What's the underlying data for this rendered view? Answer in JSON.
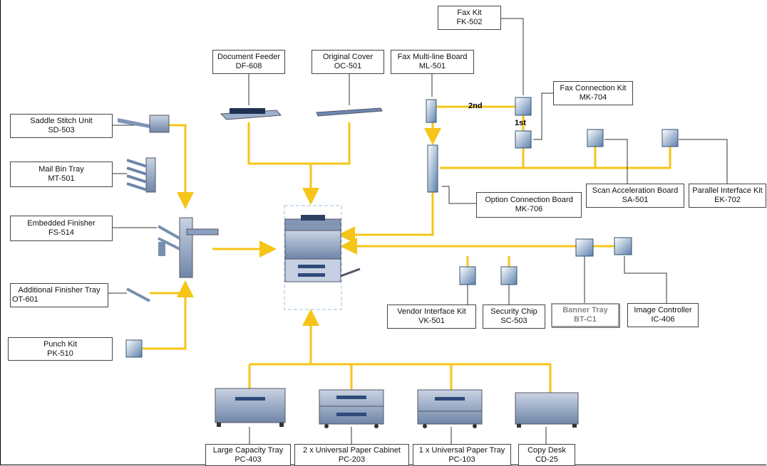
{
  "labels": {
    "saddle_stitch": {
      "name": "Saddle Stitch Unit",
      "model": "SD-503"
    },
    "mail_bin": {
      "name": "Mail Bin Tray",
      "model": "MT-501"
    },
    "embedded_finisher": {
      "name": "Embedded Finisher",
      "model": "FS-514"
    },
    "additional_tray": {
      "name": "Additional Finisher Tray",
      "model": "OT-601"
    },
    "punch_kit": {
      "name": "Punch Kit",
      "model": "PK-510"
    },
    "document_feeder": {
      "name": "Document Feeder",
      "model": "DF-608"
    },
    "original_cover": {
      "name": "Original Cover",
      "model": "OC-501"
    },
    "fax_multiline": {
      "name": "Fax Multi-line Board",
      "model": "ML-501"
    },
    "fax_kit": {
      "name": "Fax Kit",
      "model": "FK-502"
    },
    "fax_connection": {
      "name": "Fax Connection Kit",
      "model": "MK-704"
    },
    "option_connection": {
      "name": "Option Connection Board",
      "model": "MK-706"
    },
    "scan_acceleration": {
      "name": "Scan Acceleration Board",
      "model": "SA-501"
    },
    "parallel_interface": {
      "name": "Parallel Interface Kit",
      "model": "EK-702"
    },
    "vendor_interface": {
      "name": "Vendor Interface Kit",
      "model": "VK-501"
    },
    "security_chip": {
      "name": "Security Chip",
      "model": "SC-503"
    },
    "banner_tray": {
      "name": "Banner Tray",
      "model": "BT-C1"
    },
    "image_controller": {
      "name": "Image Controller",
      "model": "IC-406"
    },
    "large_capacity": {
      "name": "Large Capacity Tray",
      "model": "PC-403"
    },
    "paper_cabinet_2": {
      "name": "2 x Universal Paper Cabinet",
      "model": "PC-203"
    },
    "paper_tray_1": {
      "name": "1 x Universal Paper Tray",
      "model": "PC-103"
    },
    "copy_desk": {
      "name": "Copy Desk",
      "model": "CD-25"
    }
  },
  "tags": {
    "second": "2nd",
    "first": "1st"
  },
  "colors": {
    "connector": "#f5c518",
    "leader": "#333333",
    "board": "#5a7fa8",
    "device": "#8a9fbf"
  }
}
